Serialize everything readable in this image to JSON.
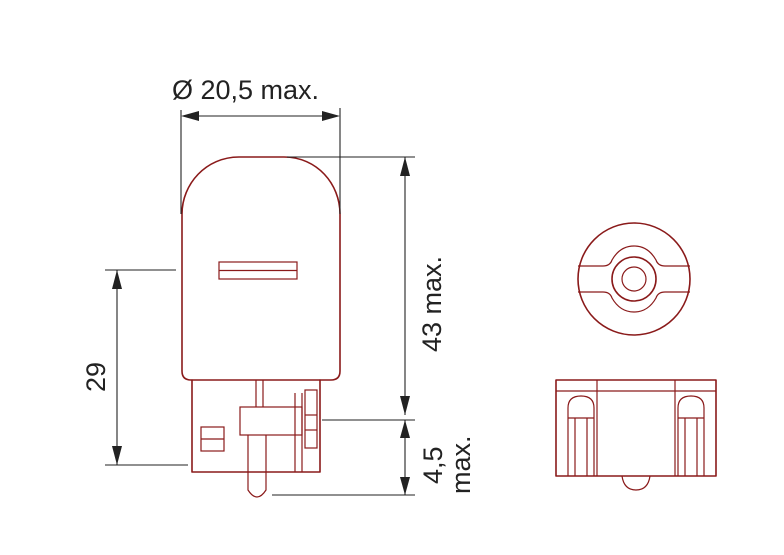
{
  "diagram": {
    "dimensions": {
      "diameter": "Ø 20,5 max.",
      "total_height": "43 max.",
      "glass_height": "29",
      "base_height_value": "4,5",
      "base_height_suffix": "max."
    }
  }
}
